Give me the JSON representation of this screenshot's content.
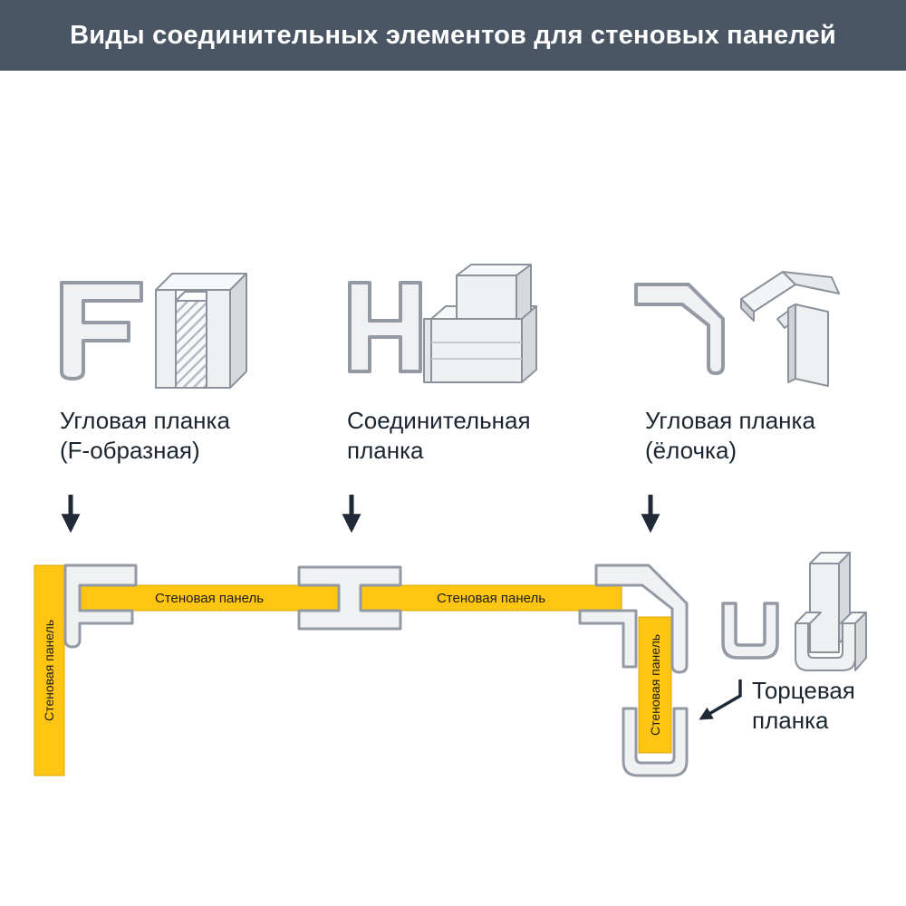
{
  "header": {
    "title": "Виды соединительных элементов для стеновых панелей"
  },
  "profiles": [
    {
      "id": "f-profile",
      "label_line1": "Угловая планка",
      "label_line2": "(F-образная)"
    },
    {
      "id": "h-profile",
      "label_line1": "Соединительная",
      "label_line2": "планка"
    },
    {
      "id": "corner-profile",
      "label_line1": "Угловая планка",
      "label_line2": "(ёлочка)"
    }
  ],
  "end_cap": {
    "label_line1": "Торцевая",
    "label_line2": "планка"
  },
  "panel_label": "Стеновая панель",
  "colors": {
    "header_bg": "#4A5664",
    "panel_yellow": "#FFC513",
    "outline_gray": "#939AA3",
    "fill_light": "#F0F1F3",
    "text_dark": "#1B2530",
    "title_text": "#FFFFFF"
  }
}
